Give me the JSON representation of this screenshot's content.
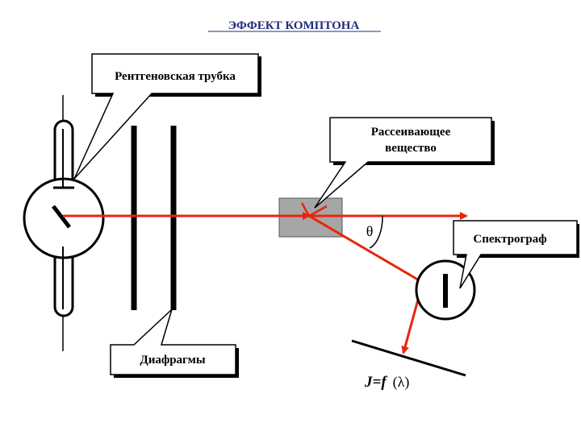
{
  "title": "ЭФФЕКТ КОМПТОНА",
  "labels": {
    "xray_tube": "Рентгеновская трубка",
    "scatterer_line1": "Рассеивающее",
    "scatterer_line2": "вещество",
    "spectrograph": "Спектрограф",
    "diaphragms": "Диафрагмы",
    "theta": "θ",
    "formula_main": "J=f",
    "formula_arg": "(λ)"
  },
  "colors": {
    "beam": "#e8250c",
    "title": "#1f2b7a",
    "scatterer_fill": "#a6a6a6"
  }
}
